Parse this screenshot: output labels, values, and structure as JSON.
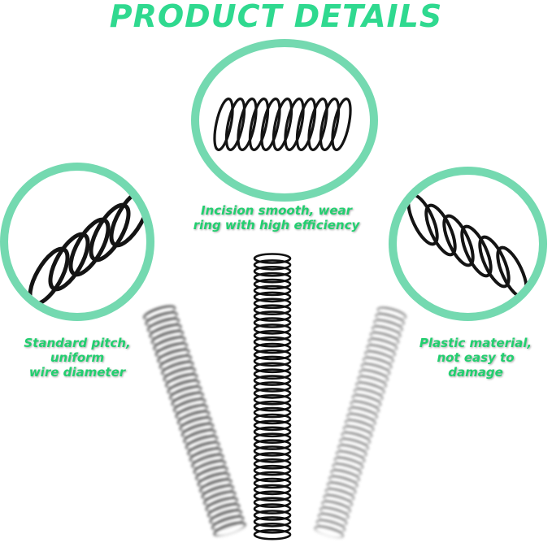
{
  "title": "PRODUCT DETAILS",
  "colors": {
    "accent": "#2fd98f",
    "ring": "#74d9b0",
    "text_green": "#22cf6f",
    "coil": "#141414"
  },
  "features": [
    {
      "lines": [
        "Incision smooth, wear",
        "ring with high efficiency"
      ]
    },
    {
      "lines": [
        "Standard pitch,",
        "uniform",
        "wire diameter"
      ]
    },
    {
      "lines": [
        "Plastic material,",
        "not easy to",
        "damage"
      ]
    }
  ]
}
